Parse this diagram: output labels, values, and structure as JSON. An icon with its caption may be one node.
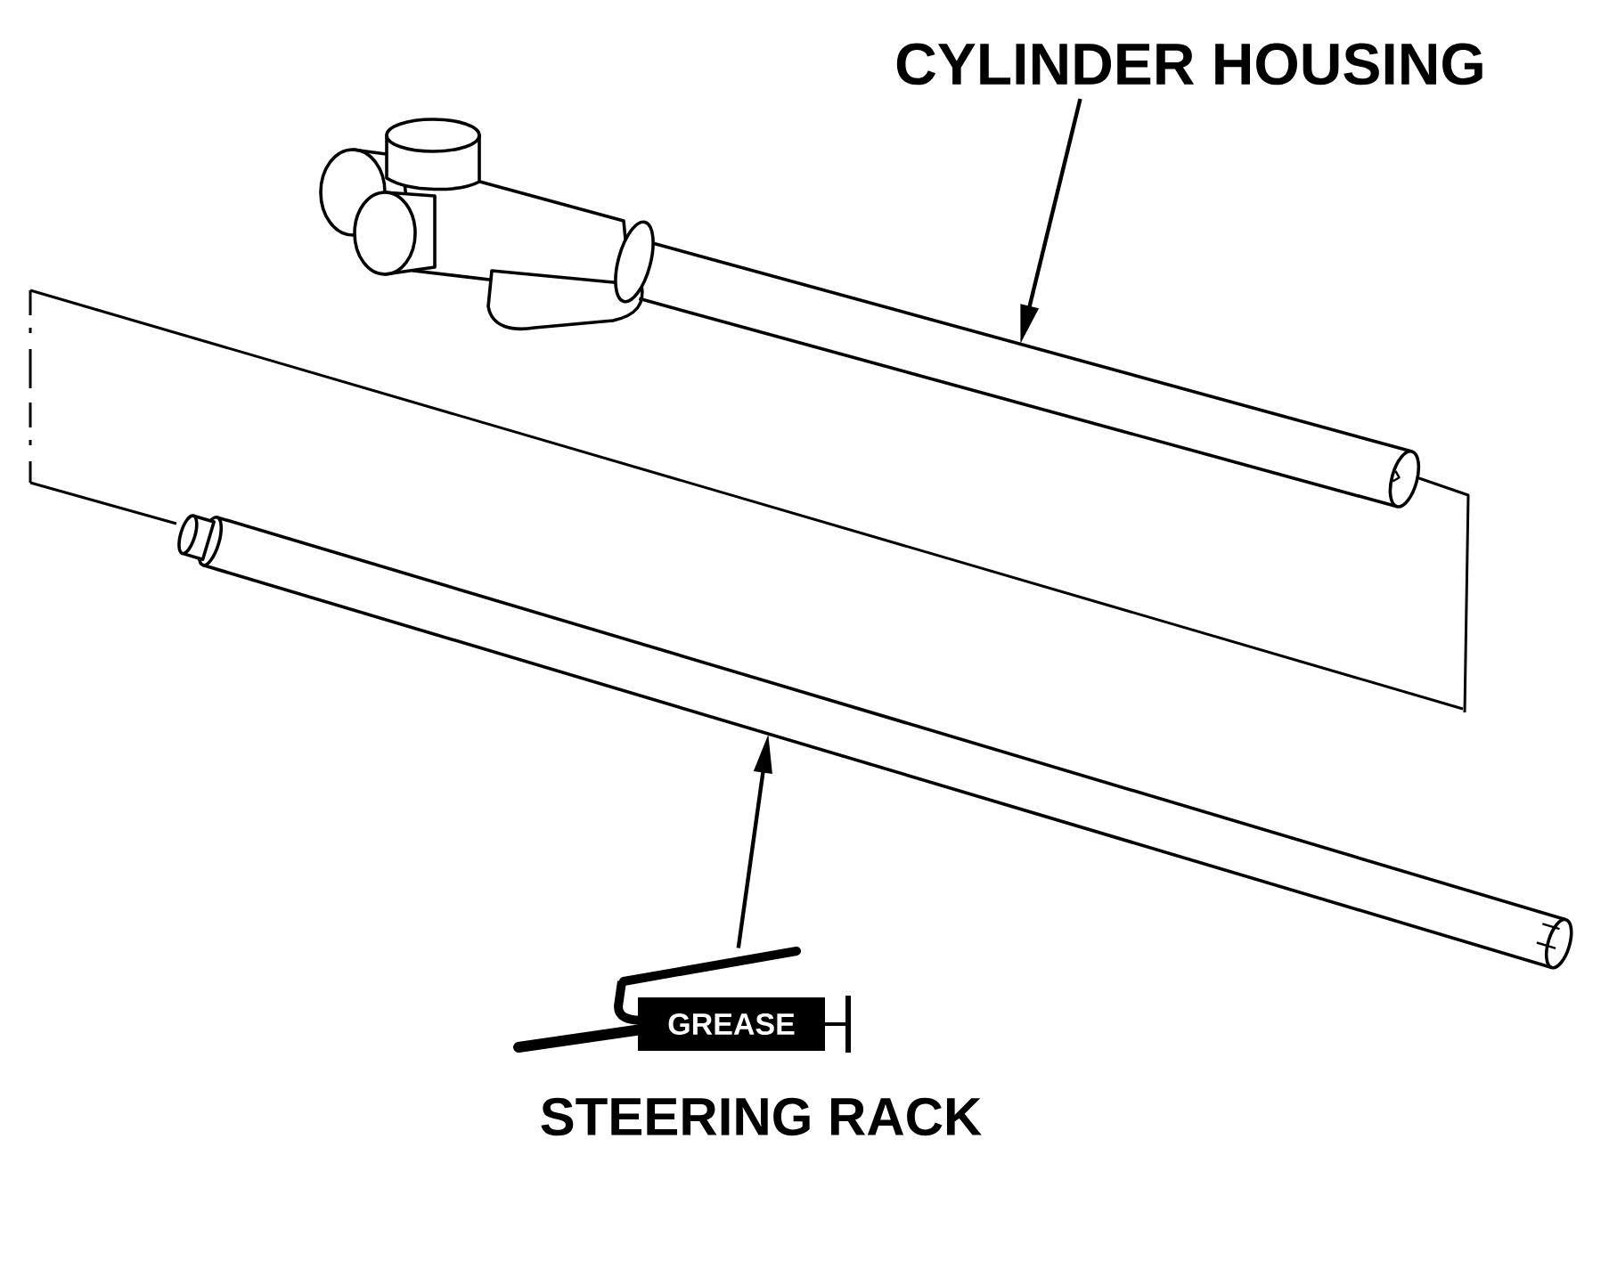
{
  "diagram": {
    "nodes": [
      {
        "text": [
          "CYLINDER HOUSING"
        ]
      },
      {
        "text": [],
        "shape": "picture"
      },
      {
        "text": [
          "GREASE"
        ],
        "beside": [
          "STEERING RACK"
        ]
      },
      {
        "text": [],
        "shape": "picture"
      }
    ],
    "edges": [
      {
        "from": 0,
        "to": 1,
        "arrow": "to"
      },
      {
        "from": 2,
        "to": 3,
        "arrow": "to"
      }
    ]
  }
}
